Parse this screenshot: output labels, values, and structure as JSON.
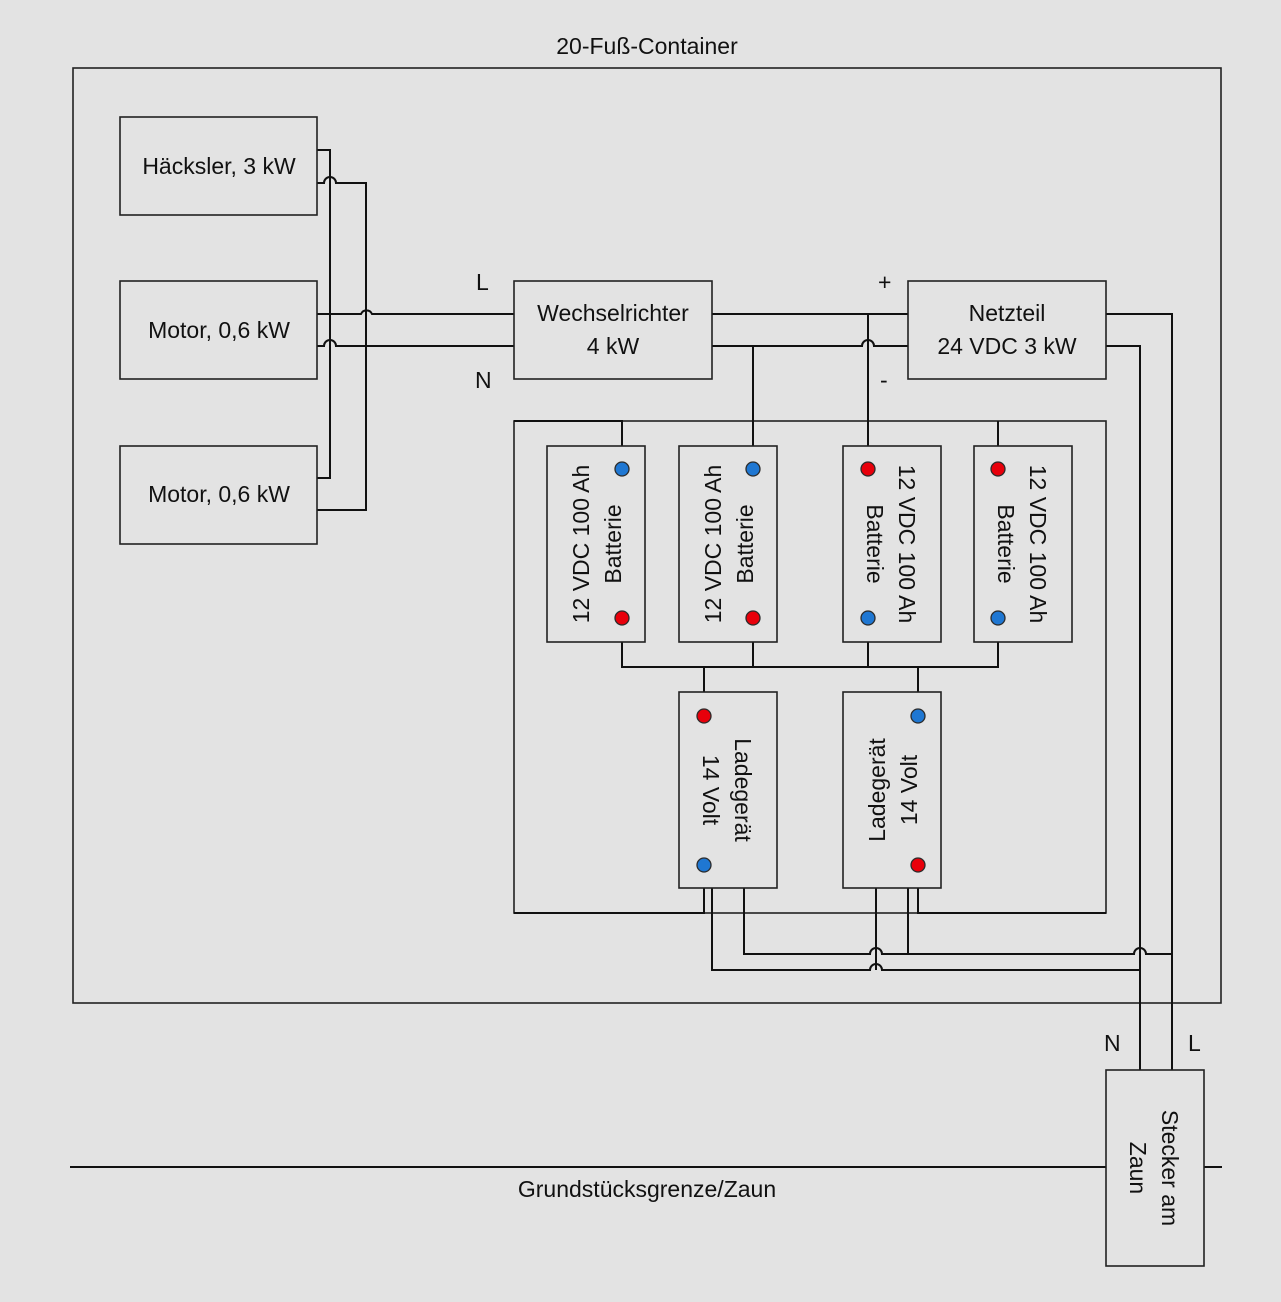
{
  "container_title": "20-Fuß-Container",
  "boundary_label": "Grundstücksgrenze/Zaun",
  "loads": [
    {
      "label": "Häcksler, 3 kW"
    },
    {
      "label": "Motor, 0,6 kW"
    },
    {
      "label": "Motor, 0,6 kW"
    }
  ],
  "inverter": {
    "line1": "Wechselrichter",
    "line2": "4 kW",
    "input_l": "L",
    "input_n": "N"
  },
  "power_supply": {
    "line1": "Netzteil",
    "line2": "24 VDC 3 kW",
    "plus": "+",
    "minus": "-"
  },
  "batteries": [
    {
      "line1": "12 VDC 100 Ah",
      "line2": "Batterie"
    },
    {
      "line1": "12 VDC 100 Ah",
      "line2": "Batterie"
    },
    {
      "line1": "12 VDC 100 Ah",
      "line2": "Batterie"
    },
    {
      "line1": "12 VDC 100 Ah",
      "line2": "Batterie"
    }
  ],
  "chargers": [
    {
      "line1": "Ladegerät",
      "line2": "14 Volt"
    },
    {
      "line1": "Ladegerät",
      "line2": "14 Volt"
    }
  ],
  "plug": {
    "line1": "Stecker am",
    "line2": "Zaun",
    "label_n": "N",
    "label_l": "L"
  },
  "colors": {
    "positive_terminal": "#e8000b",
    "negative_terminal": "#1f77d2",
    "background": "#e3e3e3"
  }
}
